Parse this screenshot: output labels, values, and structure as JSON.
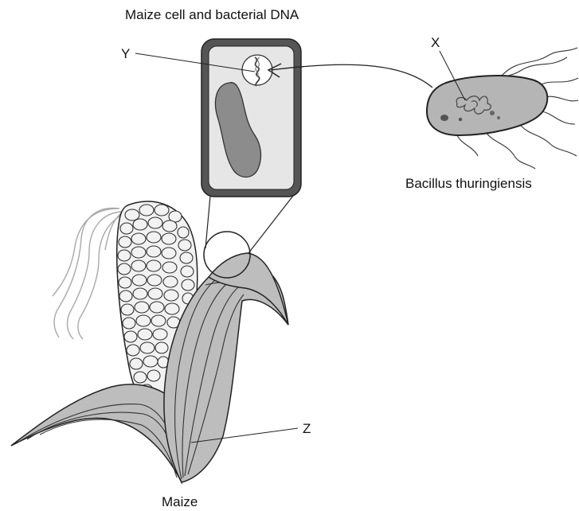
{
  "diagram": {
    "title": "Maize cell and bacterial DNA",
    "bacterium_label": "Bacillus thuringiensis",
    "plant_label": "Maize",
    "markers": {
      "x": "X",
      "y": "Y",
      "z": "Z"
    },
    "colors": {
      "outline": "#333333",
      "cell_wall": "#555555",
      "cytoplasm": "#e6e6e6",
      "vacuole": "#8c8c8c",
      "bacterium": "#b5b5b5",
      "leaf": "#bdbdbd",
      "kernel": "#f2f2f2",
      "silk": "#a8a8a8"
    }
  }
}
